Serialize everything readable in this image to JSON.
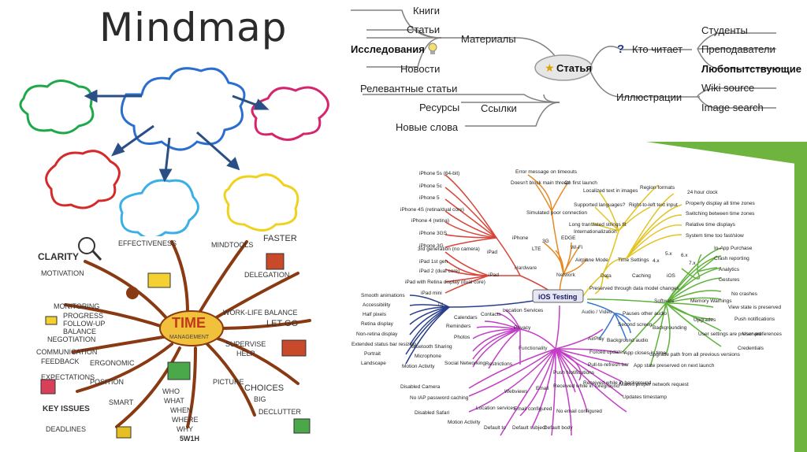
{
  "slide": {
    "title": "Mindmap",
    "accent_color": "#6fb43f"
  },
  "article_map": {
    "center": "Статья",
    "materials": {
      "label": "Материалы",
      "items": [
        "Книги",
        "Статьи",
        "Исследования",
        "Новости"
      ]
    },
    "links": {
      "label": "Ссылки",
      "items": [
        "Релевантные статьи",
        "Ресурсы",
        "Новые слова"
      ]
    },
    "readers": {
      "label": "Кто читает",
      "items": [
        "Студенты",
        "Преподаватели",
        "Любопытствующие"
      ]
    },
    "illustrations": {
      "label": "Иллюстрации",
      "items": [
        "Wiki source",
        "Image search"
      ]
    }
  },
  "time_map": {
    "center": "TIME",
    "center_sub": "MANAGEMENT",
    "labels": [
      "CLARITY",
      "MOTIVATION",
      "MONITORING",
      "PROGRESS",
      "FOLLOW-UP",
      "BALANCE",
      "NEGOTIATION",
      "COMMUNICATION",
      "FEEDBACK",
      "EXPECTATIONS",
      "ERGONOMIC",
      "POSITION",
      "KEY ISSUES",
      "DEADLINES",
      "EFFECTIVENESS",
      "MINDTOOLS",
      "FASTER",
      "DELEGATION",
      "WORK-LIFE BALANCE",
      "LET GO",
      "SUPERVISE",
      "HELP",
      "PICTURE",
      "CHOICES",
      "DECLUTTER",
      "SMART",
      "WHO",
      "WHAT",
      "WHEN",
      "WHERE",
      "WHY",
      "5W1H",
      "BIG"
    ]
  },
  "ios_map": {
    "center": "iOS Testing",
    "hardware": {
      "label": "Hardware",
      "iphone": "iPhone",
      "ipad": "iPad",
      "devices": [
        "iPhone 5s (64-bit)",
        "iPhone 5c",
        "iPhone 5",
        "iPhone 4S (retina/dual core)",
        "iPhone 4 (retina)",
        "iPhone 3GS",
        "iPhone 3G",
        "3rd generation (no camera)",
        "iPad 1st gen",
        "iPad 2 (dual core)",
        "iPad with Retina display (dual core)",
        "iPad mini"
      ]
    },
    "network": {
      "label": "Network",
      "items": [
        "Simulated poor connection",
        "Doesn't block main thread",
        "Error message on timeouts",
        "On first launch",
        "3G",
        "LTE",
        "EDGE",
        "Wi-Fi",
        "Airplane Mode"
      ]
    },
    "data": {
      "label": "Data",
      "internationalization": "Internationalization",
      "items": [
        "Localized text in images",
        "Supported languages?",
        "Long translated strings fit",
        "Right-to-left text input",
        "Region formats",
        "24 hour clock",
        "Properly display all time zones",
        "Switching between time zones",
        "Relative time displays",
        "System time too fast/slow",
        "Time Settings",
        "Caching",
        "Preserved through data model changes"
      ]
    },
    "software": {
      "label": "Software",
      "ios": "iOS",
      "versions": [
        "5.x",
        "6.x",
        "7.x",
        "4.x"
      ],
      "items": [
        "In-App Purchase",
        "Crash reporting",
        "Analytics",
        "Gestures",
        "No crashes",
        "Memory Warnings",
        "View state is preserved",
        "Backgrounding",
        "Upgrades",
        "Push notifications",
        "User settings are preserved",
        "User preferences",
        "Credentials",
        "Upgrade path from all previous versions",
        "App state preserved on next launch",
        "App closes in time"
      ]
    },
    "ui": {
      "label": "UI",
      "items": [
        "Smooth animations",
        "Accessibility",
        "Half pixels",
        "Retina display",
        "Non-retina display",
        "Extended status bar resizing",
        "Portrait",
        "Landscape"
      ]
    },
    "audio": {
      "label": "Audio / Video",
      "items": [
        "Pauses other audio",
        "Second screen",
        "AirPlay",
        "Background audio"
      ]
    },
    "functionality": {
      "label": "Functionality",
      "items": [
        "Privacy",
        "Location Services",
        "Contacts",
        "Calendars",
        "Reminders",
        "Photos",
        "Bluetooth Sharing",
        "Microphone",
        "Motion Activity",
        "Social Networking",
        "Restrictions",
        "Disabled Camera",
        "No IAP password caching",
        "Disabled Safari",
        "Motion Activity",
        "Location services",
        "Webviews",
        "Default to",
        "Default subject",
        "Default body",
        "Email",
        "Email configured",
        "No email configured",
        "Received while in foreground",
        "Received while in background",
        "Push Notifications",
        "Forced updates",
        "Pull-to-refresh bar",
        "Makes proper network request",
        "Updates timestamp"
      ]
    }
  }
}
